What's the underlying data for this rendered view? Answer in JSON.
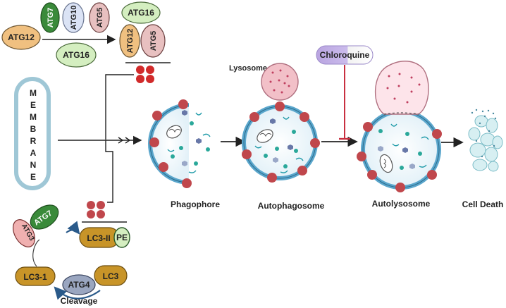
{
  "diagram": {
    "atg12": "ATG12",
    "atg7": "ATG7",
    "atg10": "ATG10",
    "atg5": "ATG5",
    "atg16": "ATG16",
    "atg16_free": "ATG16",
    "complex_atg16": "ATG16",
    "complex_atg12": "ATG12",
    "complex_atg5": "ATG5",
    "membrane_letters": [
      "M",
      "E",
      "M",
      "B",
      "R",
      "A",
      "N",
      "E"
    ],
    "lysosome_label": "Lysosome",
    "chloroquine_label": "Chloroquine",
    "phagophore_label": "Phagophore",
    "autophagosome_label": "Autophagosome",
    "autolysosome_label": "Autolysosome",
    "cell_death_label": "Cell Death",
    "lc3ii_label": "LC3-II",
    "pe_label": "PE",
    "atg7_lower": "ATG7",
    "atg3": "ATG3",
    "lc31_label": "LC3-1",
    "atg4_label": "ATG4",
    "lc3_label": "LC3",
    "cleavage_label": "Cleavage",
    "colors": {
      "atg12": "#f0c080",
      "atg7": "#3a8a3a",
      "atg10": "#dbe3f5",
      "atg5": "#e8c0c0",
      "atg16": "#d4eec0",
      "vesicle_membrane": "#5aa6cc",
      "lysosome": "#f2c0c8",
      "red_dot": "#c0474c",
      "lc3": "#c89428",
      "atg4": "#9aa6c0",
      "atg3": "#f0b0b0",
      "chloroquine": "#b39ddb"
    }
  }
}
